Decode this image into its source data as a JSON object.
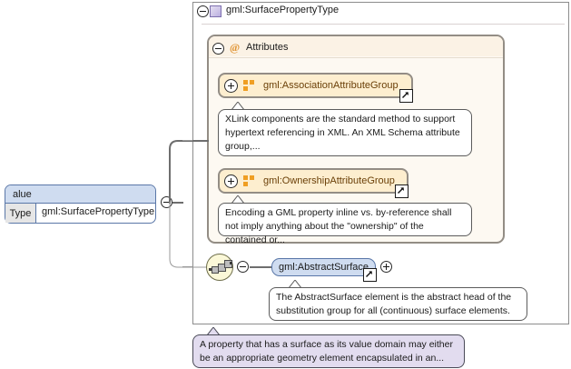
{
  "diagram": {
    "kind": "xsd-schema-diagram",
    "type_box": {
      "icon": "complextype-square-icon",
      "title": "gml:SurfacePropertyType",
      "control": "collapse-minus"
    },
    "attributes_section": {
      "icon": "at-symbol-icon",
      "label": "Attributes",
      "control": "collapse-minus",
      "groups": [
        {
          "name": "gml:AssociationAttributeGroup",
          "control": "expand-plus",
          "icon": "attribute-group-icon",
          "badge": "external-link-arrow-icon",
          "annotation": "XLink components are the standard method to support hypertext referencing in XML. An XML Schema attribute group,..."
        },
        {
          "name": "gml:OwnershipAttributeGroup",
          "control": "expand-plus",
          "icon": "attribute-group-icon",
          "badge": "external-link-arrow-icon",
          "annotation": "Encoding a GML property inline vs. by-reference shall not imply anything about the \"ownership\" of the contained or..."
        }
      ]
    },
    "property_box": {
      "name": "alue",
      "type_key": "Type",
      "type_value": "gml:SurfacePropertyType",
      "control": "collapse-minus"
    },
    "content_model": {
      "compositor": "sequence-icon",
      "control": "collapse-minus",
      "element": {
        "name": "gml:AbstractSurface",
        "control": "expand-plus",
        "badge": "external-link-arrow-icon",
        "annotation": "The AbstractSurface element is the abstract head of the substitution group for all (continuous) surface elements."
      }
    },
    "root_annotation": "A property that has a surface as its value domain may either be an appropriate geometry element encapsulated in an...",
    "colors": {
      "type_icon": "#cfc6e8",
      "attribute_group_fill": "#fdeecf",
      "attributes_fill": "#fdf9f2",
      "element_fill": "#cfdcf0",
      "sequence_fill": "#fbf8d8",
      "root_annotation_fill": "#e2dcef",
      "border_gray": "#938d85",
      "border_blue": "#5a77a8"
    }
  }
}
